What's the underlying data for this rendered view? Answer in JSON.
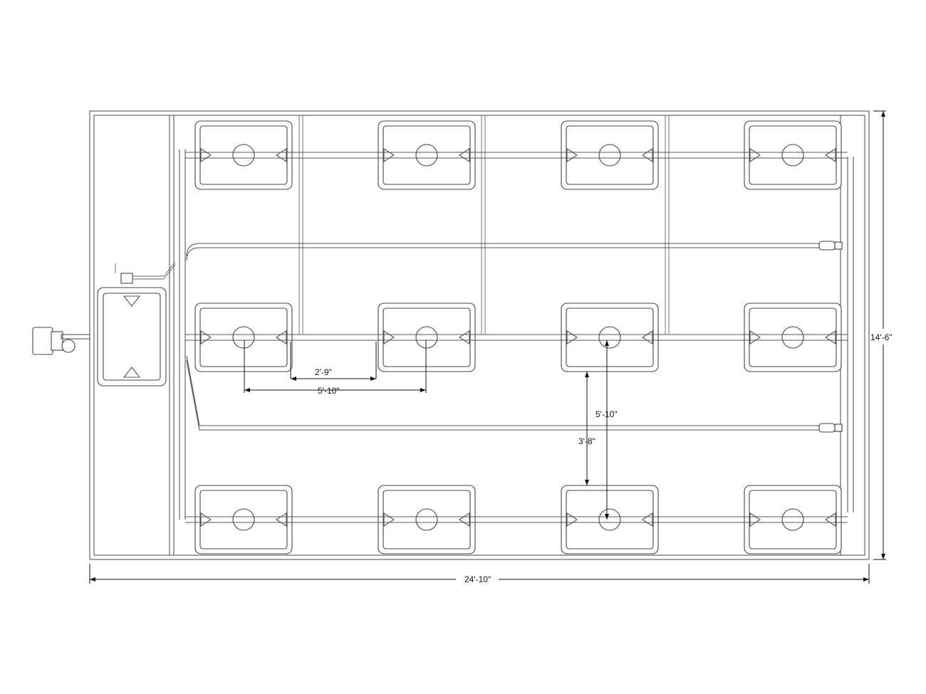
{
  "dimensions": {
    "overall_width": "24'-10\"",
    "overall_height": "14'-6\"",
    "gap_between_pots": "2'-9\"",
    "pot_spacing_horizontal": "5'-10\"",
    "pot_spacing_vertical": "5'-10\"",
    "gap_between_rows": "3'-8\""
  },
  "layout": {
    "pot_rows": 3,
    "pot_columns": 4
  },
  "components": {
    "reservoir": "reservoir-tank",
    "pump": "pump",
    "drain_valves": "drain-valve"
  }
}
